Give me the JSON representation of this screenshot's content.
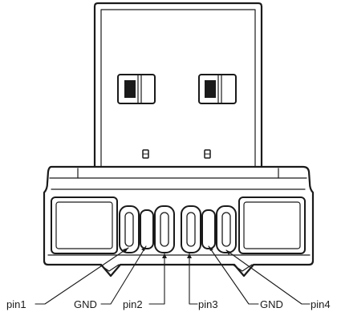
{
  "pin_labels": {
    "pin1": "pin1",
    "gnd_left": "GND",
    "pin2": "pin2",
    "pin3": "pin3",
    "gnd_right": "GND",
    "pin4": "pin4"
  }
}
